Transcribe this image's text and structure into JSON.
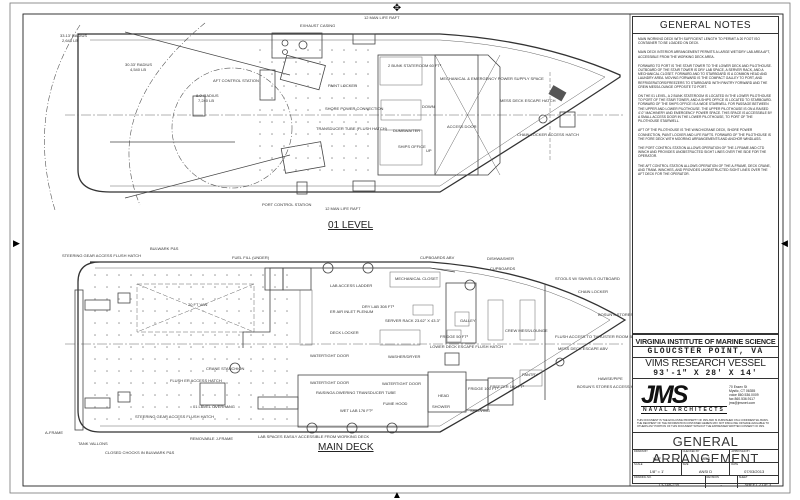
{
  "drawing": {
    "views": {
      "upper": {
        "title": "01 LEVEL"
      },
      "lower": {
        "title": "MAIN DECK"
      }
    },
    "level01_labels": {
      "radius_outer": "33.13' RADIUS",
      "radius_outer_load": "2,645 LB",
      "radius_mid": "30.33' RADIUS",
      "radius_mid_load": "4,540 LB",
      "radius_inner": "8.0' RADIUS",
      "radius_inner_load": "7,240 LB",
      "exhaust_casing": "EXHAUST CASING",
      "life_raft_top": "12 MAN LIFE RAFT",
      "aft_control": "AFT CONTROL STATION",
      "paint_locker": "PAINT LOCKER",
      "shore_power": "SHORE POWER CONNECTION",
      "transducer_tube": "TRANSDUCER TUBE (FLUSH HATCH)",
      "stateroom": "2 BUNK STATEROOM 60 FT²",
      "down": "DOWN",
      "dumbwaiter": "DUMBWAITER",
      "ships_office": "SHIPS OFFICE",
      "mech_space": "MECHANICAL & EMERGENCY POWER SUPPLY SPACE",
      "access_door": "ACCESS DOOR",
      "up": "UP",
      "mess_deck_hatch": "MESS DECK ESCAPE HATCH",
      "chain_locker_hatch": "CHAIN LOCKER ACCESS HATCH",
      "port_control": "PORT CONTROL STATION",
      "life_raft_bottom": "12 MAN LIFE RAFT"
    },
    "main_deck_labels": {
      "bulwark": "BULWARK P&S",
      "steering_hatch_top": "STEERING GEAR ACCESS FLUSH HATCH",
      "fuel_fill": "FUEL FILL (UNDER)",
      "twenty_ft_van": "20 FT VAN",
      "lab_access": "LAB ACCESS LADDER",
      "air_inlet": "ER AIR INLET PLENUM",
      "deck_locker": "DECK LOCKER",
      "dry_lab": "DRY LAB 308 FT²",
      "mech_closet": "MECHANICAL CLOSET",
      "cupboards_top": "CUPBOARDS ABV",
      "dishwasher": "DISHWASHER",
      "cupboards": "CUPBOARDS",
      "server_rack": "SERVER RACK 23.62\" X 43.3\"",
      "galley": "GALLEY",
      "fridge_galley": "FRIDGE 50 FT³",
      "crew_mess": "CREW MESS/LOUNGE",
      "stools": "STOOLS W/ SWIVELS OUTBOARD",
      "chain_locker": "CHAIN LOCKER",
      "bosuns_stores_top": "BOSUN'S STORES",
      "flush_access_thruster": "FLUSH ACCESS TO THRUSTER ROOM BLW",
      "mess_deck_escape": "MESS DECK ESCAPE ABV",
      "lower_deck_escape": "LOWER DECK ESCAPE FLUSH HATCH",
      "watertight_door_1": "WATERTIGHT DOOR",
      "washer_dryer": "WASHER/DRYER",
      "crane_stanchion": "CRANE STANCHION",
      "flush_er_hatch": "FLUSH ER ACCESS HATCH",
      "level01_overhang": "01 LEVEL OVERHANG",
      "watertight_door_2": "WATERTIGHT DOOR",
      "transducer_tube_main": "RAISING/LOWERING TRANSDUCER TUBE",
      "wet_lab": "WET LAB 176 FT²",
      "watertight_door_3": "WATERTIGHT DOOR",
      "fume_hood": "FUME HOOD",
      "head": "HEAD",
      "shower": "SHOWER",
      "fridge_store": "FRIDGE 100 FT³",
      "freezer": "FREEZER 100 FT³",
      "shelving": "SHELVING",
      "pantry": "PANTRY",
      "hawse": "HAWSE/PIPE",
      "bosuns_hatch": "BOSUN'S STORES ACCESS HATCH ABV",
      "steering_hatch_bottom": "STEERING GEAR ACCESS FLUSH HATCH",
      "a_frame": "A-FRAME",
      "tank_vallons": "TANK VALLONS",
      "closed_chocks": "CLOSED CHOCKS IN BULWARK P&S",
      "removable_aframe": "REMOVABLE J-FRAME",
      "lab_spaces": "LAB SPACES EASILY ACCESSIBLE FROM WORKING DECK"
    }
  },
  "notes": {
    "heading": "GENERAL NOTES",
    "paragraphs": [
      "MAIN WORKING DECK WITH SUFFICIENT LENGTH TO PERMIT A 20 FOOT ISO CONTAINER TO BE LOADED ON DECK.",
      "MAIN DECK INTERIOR ARRANGEMENT PERMITS A LARGE WET/DRY LAB AREA AFT, ACCESSIBLE FROM THE WORKING DECK AREA.",
      "FORWARD TO PORT IS THE STAIR TOWER TO THE LOWER DECK AND PILOTHOUSE. OUTBOARD OF THE STAIR TOWER IS DRY LAB SPACE, A SERVER RACK, AND A MECHANICAL CLOSET. FORWARD AND TO STARBOARD IS A COMMON HEAD AND LAUNDRY AREA. MOVING FORWARD IS THE COMPACT GALLEY TO PORT, AND REFRIGERATORS/FREEZERS TO STARBOARD WITH PANTRY FORWARD AND THE CREW MESS/LOUNGE OPPOSITE TO PORT.",
      "ON THE 01 LEVEL, A 2 BUNK STATEROOM IS LOCATED IN THE LOWER PILOTHOUSE TO PORT OF THE STAIR TOWER, AND A SHIPS OFFICE IS LOCATED TO STARBOARD. FORWARD OF THE SHIPS OFFICE IS A WIDE STAIRWELL FOR PASSAGE BETWEEN THE UPPER AND LOWER PILOTHOUSE. THE UPPER PILOTHOUSE IS ON A RAISED 4'-0\" MACHINERY AND EMERGENCY POWER SPACE. THIS SPACE IS ACCESSIBLE BY A SMALL ACCESS DOOR IN THE LOWER PILOTHOUSE, TO PORT OF THE PILOTHOUSE STAIRWELL.",
      "AFT OF THE PILOTHOUSE IS THE WINCH/CRANE DECK, SHORE POWER CONNECTION, PAINT LOCKER AND LIFE RAFTS. FORWARD OF THE PILOTHOUSE IS THE FORE DECK WITH MOORING ARRANGEMENTS AND ANCHOR WINDLASS.",
      "THE PORT CONTROL STATION ALLOWS OPERATION OF THE J-FRAME AND CTD WINCH AND PROVIDES UNOBSTRUCTED SIGHT LINES OVER THE SIDE FOR THE OPERATOR.",
      "THE AFT CONTROL STATION ALLOWS OPERATION OF THE A-FRAME, DECK CRANE, AND TRAWL WINCHES, AND PROVIDES UNOBSTRUCTED SIGHT LINES OVER THE AFT DECK FOR THE OPERATOR."
    ]
  },
  "titleblock": {
    "institution": "VIRGINIA INSTITUTE OF MARINE SCIENCE",
    "location": "GLOUCSTER POINT, VA",
    "vessel": "VIMS RESEARCH VESSEL",
    "dimensions": "93'-1\" X 28' X 14'",
    "firm_logo": "JMS",
    "firm_sub": "NAVAL ARCHITECTS",
    "address": [
      "70 Essex St",
      "Mystic, CT 06355",
      "voice 860.536.0009",
      "fax 860.536.9117",
      "jms@jmsnet.com"
    ],
    "disclaimer": "THIS DOCUMENT IS THE EXCLUSIVE PROPERTY OF JMS AND IS FURNISHED ON A CONFIDENTIAL BASIS. THE RECIPIENT OF THE INFORMATION CONTAINED HEREIN MAY NOT DISCLOSE OR MAKE AVAILABLE TO OTHERS ANY PORTION OF THIS DOCUMENT WITHOUT THE EXPRESSED WRITTEN CONSENT OF JMS.",
    "sheet_title": "GENERAL ARRANGEMENT",
    "fields": {
      "drawn_by_label": "DRAWN BY",
      "drawn_by": "WJF",
      "checked_by_label": "CHECKED BY",
      "checked_by": "MPC",
      "approved_by_label": "APPROVED BY",
      "approved_by": "-",
      "scale_label": "SCALE",
      "scale": "1/8\" = 1'",
      "size_label": "SIZE",
      "size": "ANSI D",
      "date_label": "DATE",
      "date": "07/03/2013",
      "drawing_no_label": "DRAWING NO.",
      "drawing_no": "13-148-235",
      "revision_label": "REVISION",
      "revision": "-",
      "sheet_label": "SHEET",
      "sheet": "SHEET 2 OF 3"
    }
  }
}
